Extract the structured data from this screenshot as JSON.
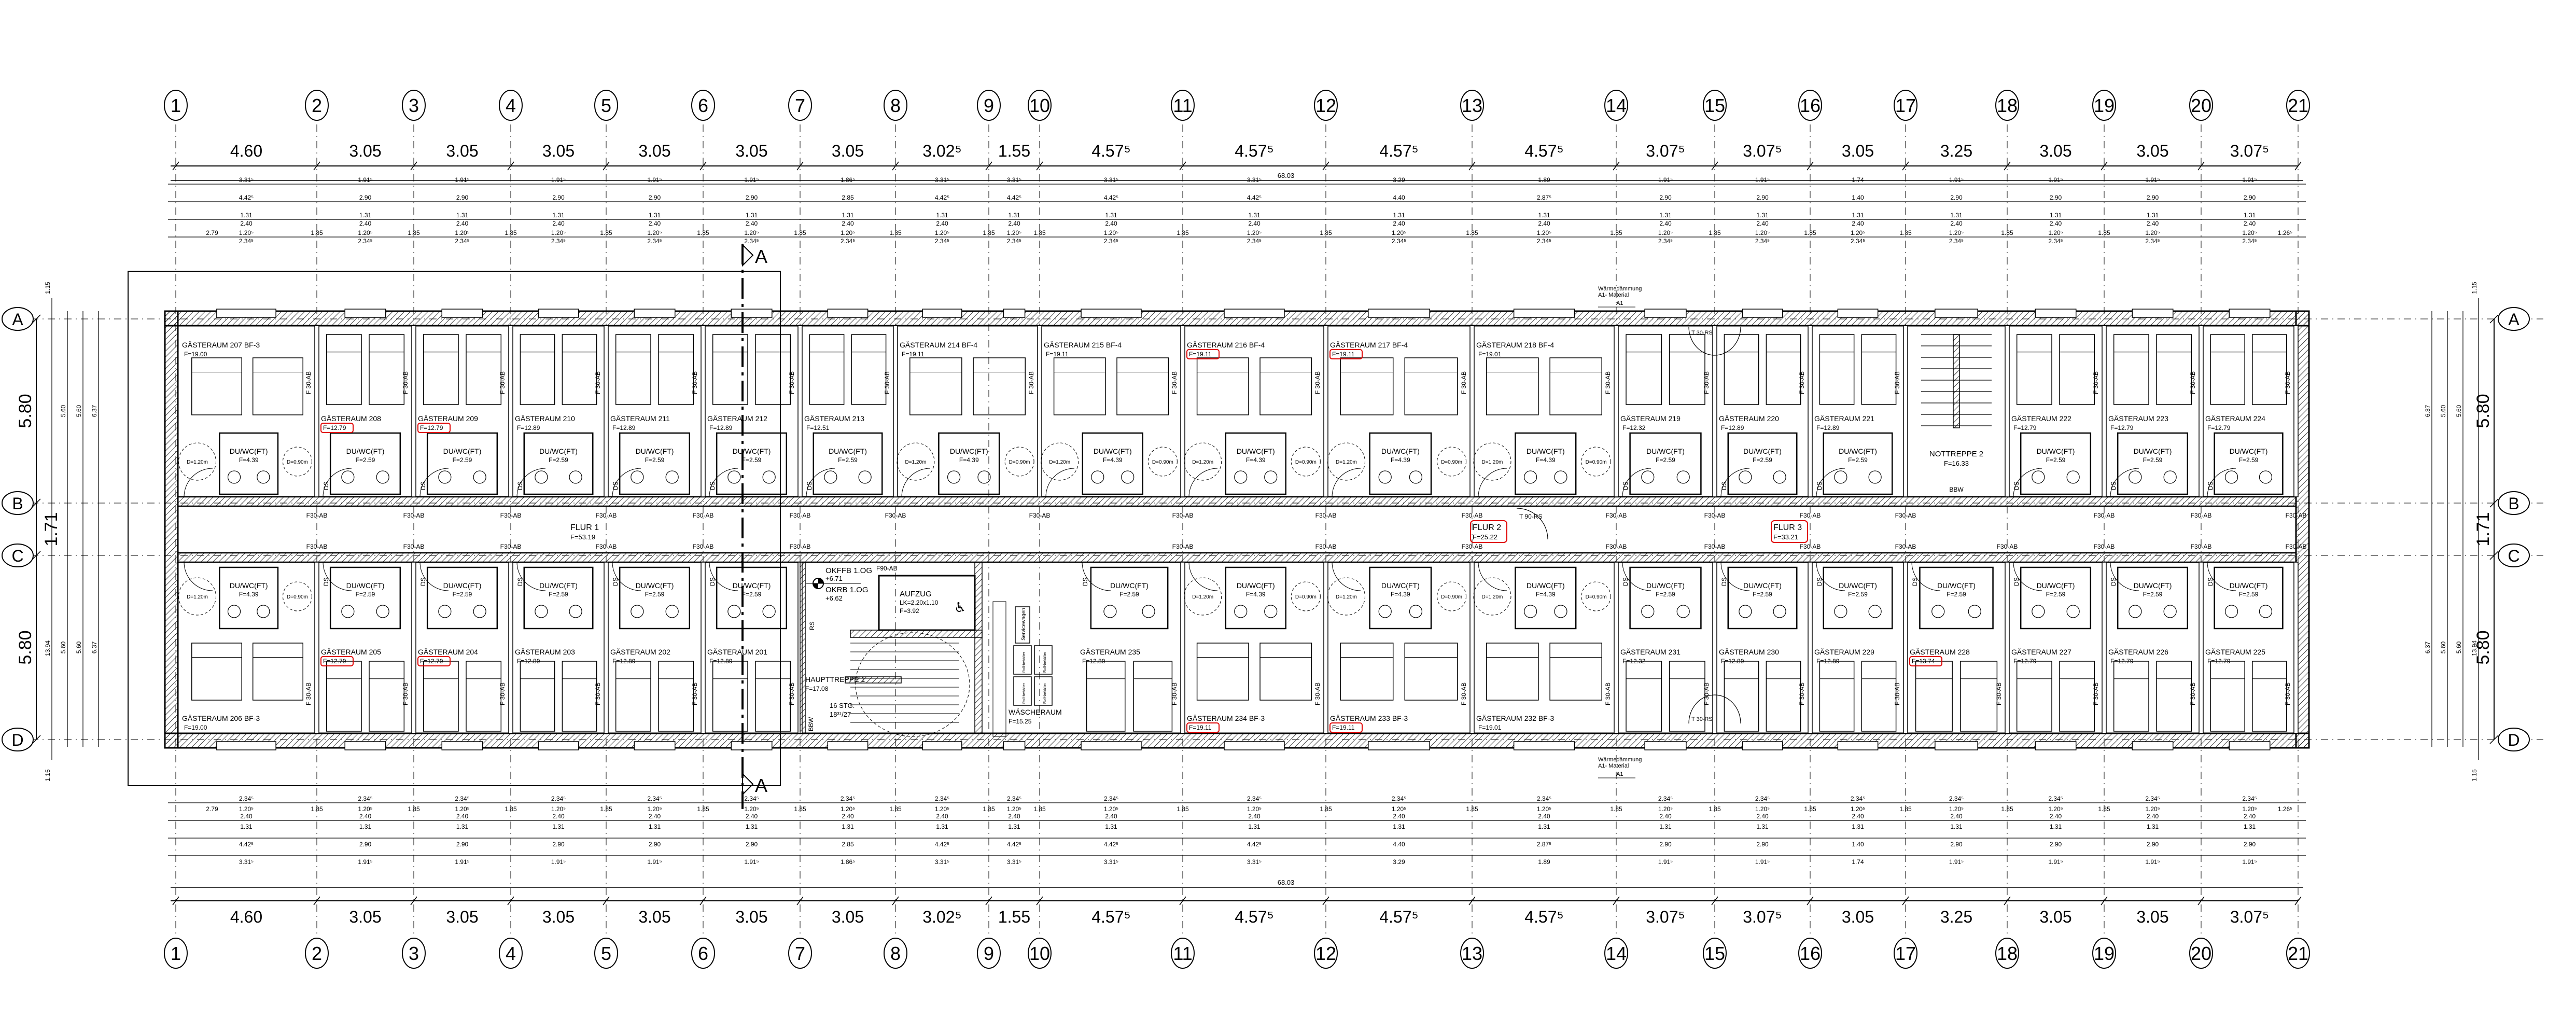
{
  "grid": {
    "columns": [
      "1",
      "2",
      "3",
      "4",
      "5",
      "6",
      "7",
      "8",
      "9",
      "10",
      "11",
      "12",
      "13",
      "14",
      "15",
      "16",
      "17",
      "18",
      "19",
      "20",
      "21"
    ],
    "rows": [
      "A",
      "B",
      "C",
      "D"
    ]
  },
  "dimensions": {
    "axis_spacings": [
      "4.60",
      "3.05",
      "3.05",
      "3.05",
      "3.05",
      "3.05",
      "3.05",
      "3.02⁵",
      "1.55",
      "4.57⁵",
      "4.57⁵",
      "4.57⁵",
      "4.57⁵",
      "3.07⁵",
      "3.07⁵",
      "3.05",
      "3.25",
      "3.05",
      "3.05",
      "3.07⁵"
    ],
    "total_length": "68.03",
    "window": {
      "width": "1.31",
      "height": "2.40",
      "sill": "1.20⁵",
      "opening": "2.34⁵"
    },
    "pier": "1.85",
    "edge_first": "2.79",
    "edge_last": "1.26⁵",
    "inner_row": [
      "3.31⁵",
      "1.91⁵",
      "1.91⁵",
      "1.91⁵",
      "1.91⁵",
      "1.91⁵",
      "1.86⁵",
      "3.31⁵",
      "3.31⁵",
      "3.31⁵",
      "3.31⁵",
      "3.29",
      "1.89",
      "1.91⁵",
      "1.91⁵",
      "1.74",
      "1.91⁵",
      "1.91⁵",
      "1.91⁵",
      "1.91⁵"
    ],
    "wall_row": [
      "4.42⁵",
      "2.90",
      "2.90",
      "2.90",
      "2.90",
      "2.90",
      "2.85",
      "4.42⁵",
      "4.42⁵",
      "4.42⁵",
      "4.42⁵",
      "4.40",
      "2.87⁵",
      "2.90",
      "2.90",
      "1.40",
      "2.90",
      "2.90",
      "2.90",
      "2.90"
    ],
    "vertical": {
      "bay_ab": "5.80",
      "corridor": "1.71",
      "bay_cd": "5.80",
      "overall": "13.94",
      "clear_room": "5.60",
      "outer_room": "6.37",
      "overhang": "1.15"
    }
  },
  "rooms": {
    "top": [
      {
        "name": "GÄSTERAUM 207 BF-3",
        "area": "F=19.00",
        "bath": "F=4.39",
        "revised": false
      },
      {
        "name": "GÄSTERAUM 208",
        "area": "F=12.79",
        "bath": "F=2.59",
        "revised": true
      },
      {
        "name": "GÄSTERAUM 209",
        "area": "F=12.79",
        "bath": "F=2.59",
        "revised": true
      },
      {
        "name": "GÄSTERAUM 210",
        "area": "F=12.89",
        "bath": "F=2.59",
        "revised": false
      },
      {
        "name": "GÄSTERAUM 211",
        "area": "F=12.89",
        "bath": "F=2.59",
        "revised": false
      },
      {
        "name": "GÄSTERAUM 212",
        "area": "F=12.89",
        "bath": "F=2.59",
        "revised": false
      },
      {
        "name": "GÄSTERAUM 213",
        "area": "F=12.51",
        "bath": "F=2.59",
        "revised": false
      },
      {
        "name": "GÄSTERAUM 214 BF-4",
        "area": "F=19.11",
        "bath": "F=4.39",
        "revised": false
      },
      {
        "name": "GÄSTERAUM 215 BF-4",
        "area": "F=19.11",
        "bath": "F=4.39",
        "revised": false
      },
      {
        "name": "GÄSTERAUM 216 BF-4",
        "area": "F=19.11",
        "bath": "F=4.39",
        "revised": true
      },
      {
        "name": "GÄSTERAUM 217 BF-4",
        "area": "F=19.11",
        "bath": "F=4.39",
        "revised": true
      },
      {
        "name": "GÄSTERAUM 218 BF-4",
        "area": "F=19.01",
        "bath": "F=4.39",
        "revised": false
      },
      {
        "name": "GÄSTERAUM 219",
        "area": "F=12.32",
        "bath": "F=2.59",
        "revised": false
      },
      {
        "name": "GÄSTERAUM 220",
        "area": "F=12.89",
        "bath": "F=2.59",
        "revised": false
      },
      {
        "name": "GÄSTERAUM 221",
        "area": "F=12.89",
        "bath": "F=2.59",
        "revised": false
      },
      {
        "name": "NOTTREPPE 2",
        "area": "F=16.33",
        "bath": null,
        "revised": false
      },
      {
        "name": "GÄSTERAUM 222",
        "area": "F=12.79",
        "bath": "F=2.59",
        "revised": false
      },
      {
        "name": "GÄSTERAUM 223",
        "area": "F=12.79",
        "bath": "F=2.59",
        "revised": false
      },
      {
        "name": "GÄSTERAUM 224",
        "area": "F=12.79",
        "bath": "F=2.59",
        "revised": false
      }
    ],
    "bottom": [
      {
        "name": "GÄSTERAUM 206 BF-3",
        "area": "F=19.00",
        "bath": "F=4.39",
        "revised": false
      },
      {
        "name": "GÄSTERAUM 205",
        "area": "F=12.79",
        "bath": "F=2.59",
        "revised": true
      },
      {
        "name": "GÄSTERAUM 204",
        "area": "F=12.79",
        "bath": "F=2.59",
        "revised": true
      },
      {
        "name": "GÄSTERAUM 203",
        "area": "F=12.89",
        "bath": "F=2.59",
        "revised": false
      },
      {
        "name": "GÄSTERAUM 202",
        "area": "F=12.89",
        "bath": "F=2.59",
        "revised": false
      },
      {
        "name": "GÄSTERAUM 201",
        "area": "F=12.89",
        "bath": "F=2.59",
        "revised": false
      },
      {
        "name": "GÄSTERAUM 235",
        "area": "F=12.89",
        "bath": "F=2.59",
        "revised": false
      },
      {
        "name": "GÄSTERAUM 234 BF-3",
        "area": "F=19.11",
        "bath": "F=4.39",
        "revised": true
      },
      {
        "name": "GÄSTERAUM 233 BF-3",
        "area": "F=19.11",
        "bath": "F=4.39",
        "revised": true
      },
      {
        "name": "GÄSTERAUM 232 BF-3",
        "area": "F=19.01",
        "bath": "F=4.39",
        "revised": false
      },
      {
        "name": "GÄSTERAUM 231",
        "area": "F=12.32",
        "bath": "F=2.59",
        "revised": false
      },
      {
        "name": "GÄSTERAUM 230",
        "area": "F=12.89",
        "bath": "F=2.59",
        "revised": false
      },
      {
        "name": "GÄSTERAUM 229",
        "area": "F=12.89",
        "bath": "F=2.59",
        "revised": false
      },
      {
        "name": "GÄSTERAUM 228",
        "area": "F=13.74",
        "bath": "F=2.59",
        "revised": true
      },
      {
        "name": "GÄSTERAUM 227",
        "area": "F=12.79",
        "bath": "F=2.59",
        "revised": false
      },
      {
        "name": "GÄSTERAUM 226",
        "area": "F=12.79",
        "bath": "F=2.59",
        "revised": false
      },
      {
        "name": "GÄSTERAUM 225",
        "area": "F=12.79",
        "bath": "F=2.59",
        "revised": false
      }
    ]
  },
  "bath_label": "DU/WC(FT)",
  "corridors": [
    {
      "name": "FLUR 1",
      "area": "F=53.19",
      "revised": false
    },
    {
      "name": "FLUR 2",
      "area": "F=25.22",
      "revised": true
    },
    {
      "name": "FLUR 3",
      "area": "F=33.21",
      "revised": true
    }
  ],
  "core": {
    "stair": {
      "name": "HAUPTTREPPE 1",
      "area": "F=17.08",
      "steps": "16 STG.",
      "riser": "18³¹/27"
    },
    "elevator": {
      "name": "AUFZUG",
      "cabin": "LK=2.20x1.10",
      "area": "F=3.92"
    },
    "laundry": {
      "name": "WÄSCHERAUM",
      "area": "F=15.25",
      "service_cart": "Servicewagen",
      "bin": "Roll-behälter"
    },
    "level": {
      "okffb": "OKFFB 1.OG",
      "okffb_value": "+6.71",
      "okrb": "OKRB 1.OG",
      "okrb_value": "+6.62"
    }
  },
  "section_marker": "A",
  "wall_labels": {
    "f30": "F30-AB",
    "f90": "F90-AB",
    "t30": "T 30-RS",
    "t90": "T 90-RS",
    "f30_vertical": "F 30-AB",
    "smoke_door": "RS",
    "bbw": "BBW",
    "ds": "DS"
  },
  "turning_circles": {
    "large": "D=1.20m",
    "small": "D=0.90m"
  },
  "insulation_note": {
    "line1": "Wärmedämmung",
    "line2": "A1- Material",
    "tag": "A1"
  },
  "colors": {
    "line": "#000000",
    "revision": "#e00000",
    "grid": "#555555"
  }
}
